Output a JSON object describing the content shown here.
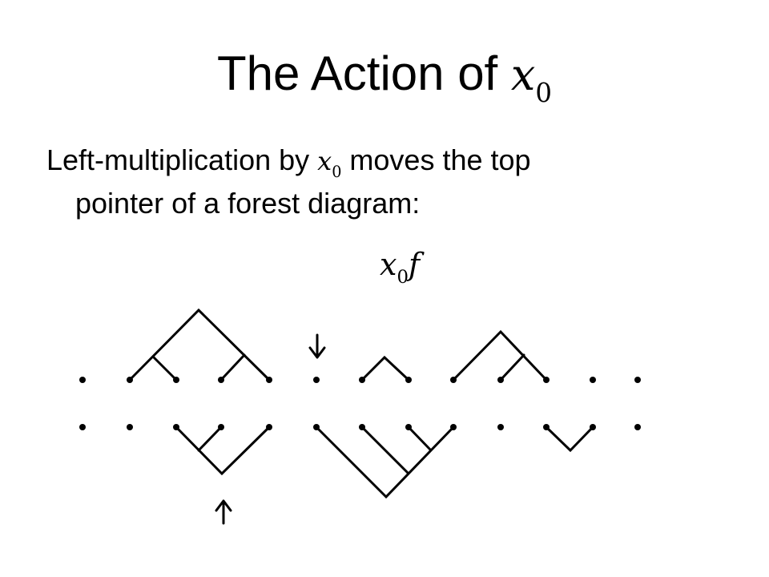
{
  "slide": {
    "title_prefix": "The Action of ",
    "title_var": "x",
    "title_sub": "0",
    "line1_before": "Left-multiplication by ",
    "line1_var": "x",
    "line1_sub": "0",
    "line1_after": " moves the top",
    "line2": "pointer of a forest diagram:",
    "diagram_label_var1": "x",
    "diagram_label_sub": "0",
    "diagram_label_var2": "f"
  },
  "colors": {
    "ink": "#000000",
    "background": "#ffffff"
  },
  "icons": {
    "top_pointer": "arrow-down-icon",
    "bottom_pointer": "arrow-up-icon"
  }
}
